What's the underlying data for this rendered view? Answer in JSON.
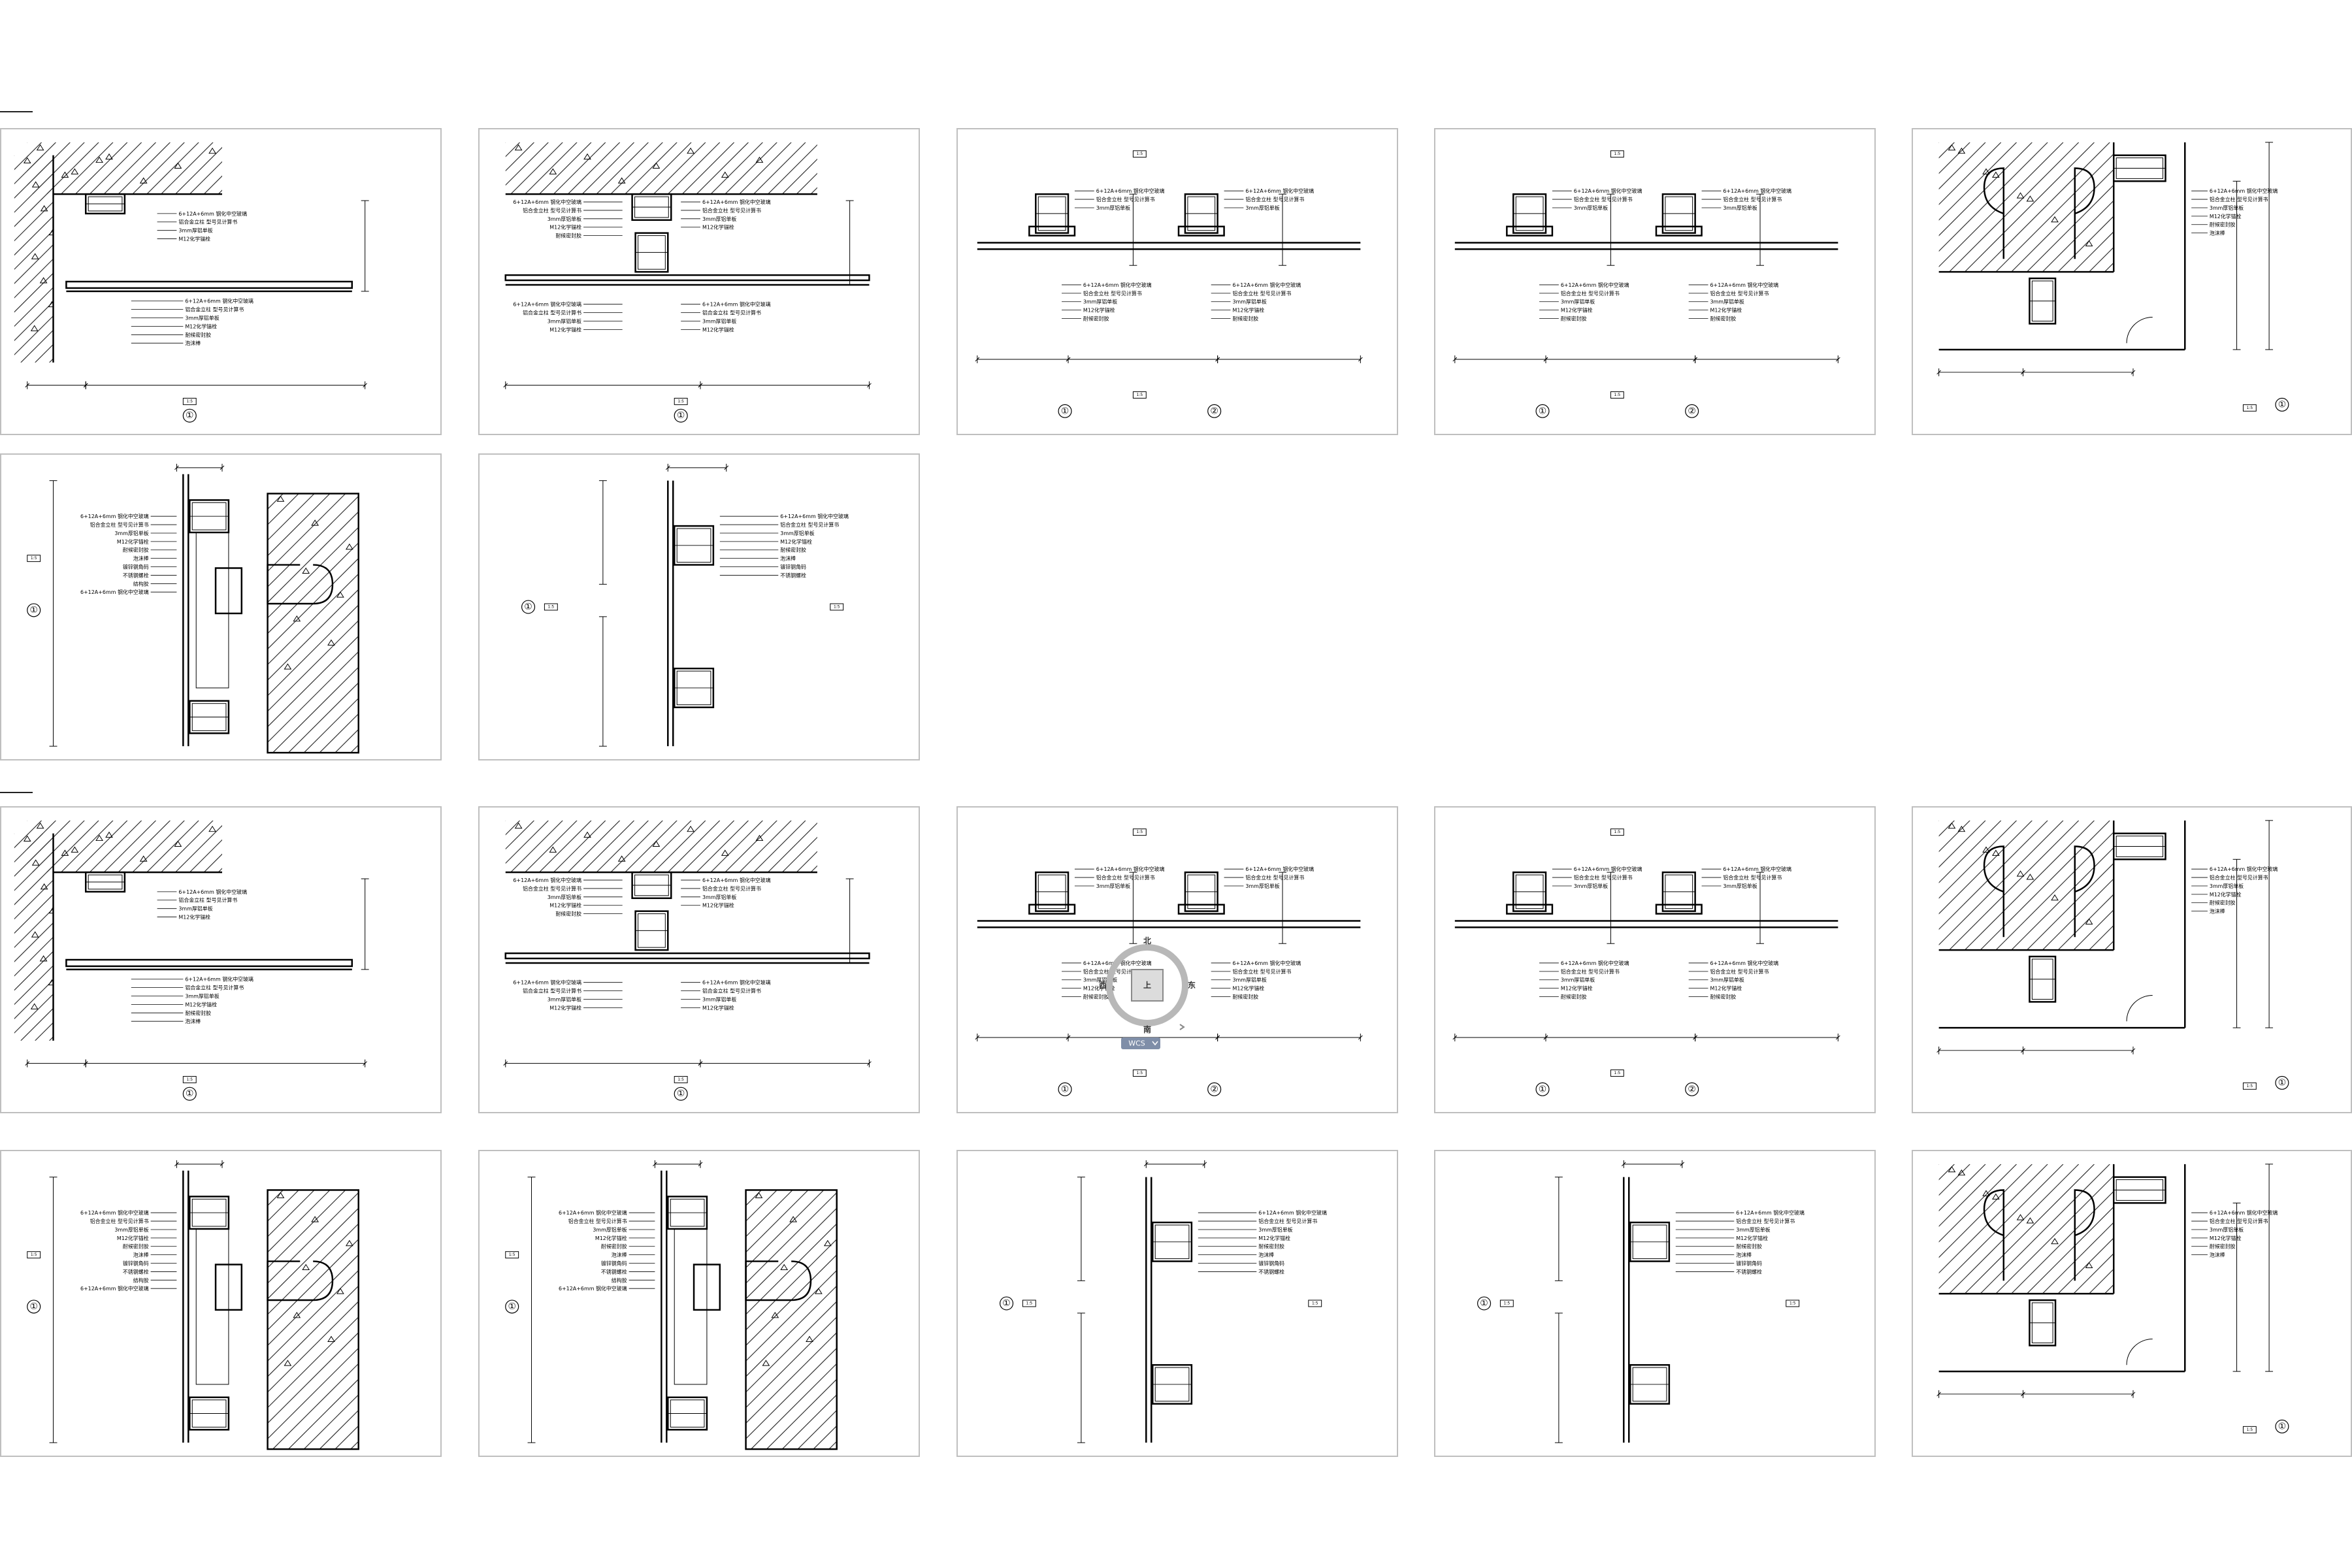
{
  "drawing": {
    "sheets": [
      {
        "id": "s1",
        "kind": "ceiling-section",
        "markers": [
          "①"
        ],
        "scale": "1:5"
      },
      {
        "id": "s2",
        "kind": "mullion-section",
        "markers": [
          "①"
        ],
        "scale": "1:5"
      },
      {
        "id": "s3",
        "kind": "double-mullion",
        "markers": [
          "①",
          "②"
        ],
        "scale": "1:5"
      },
      {
        "id": "s4",
        "kind": "double-mullion",
        "markers": [
          "①",
          "②"
        ],
        "scale": "1:5"
      },
      {
        "id": "s5",
        "kind": "corner-embed",
        "markers": [
          "①"
        ],
        "scale": "1:5"
      },
      {
        "id": "s6",
        "kind": "vertical-embed",
        "markers": [
          "①"
        ],
        "scale": "1:5"
      },
      {
        "id": "s7",
        "kind": "vertical-transom",
        "markers": [
          "①"
        ],
        "scale": "1:5"
      },
      {
        "id": "s8",
        "kind": "ceiling-section",
        "markers": [
          "①"
        ],
        "scale": "1:5"
      },
      {
        "id": "s9",
        "kind": "mullion-section",
        "markers": [
          "①"
        ],
        "scale": "1:5"
      },
      {
        "id": "s10",
        "kind": "double-mullion",
        "markers": [
          "①",
          "②"
        ],
        "scale": "1:5"
      },
      {
        "id": "s11",
        "kind": "double-mullion",
        "markers": [
          "①",
          "②"
        ],
        "scale": "1:5"
      },
      {
        "id": "s12",
        "kind": "corner-embed",
        "markers": [
          "①"
        ],
        "scale": "1:5"
      },
      {
        "id": "s13",
        "kind": "vertical-embed",
        "markers": [
          "①"
        ],
        "scale": "1:5"
      },
      {
        "id": "s14",
        "kind": "vertical-embed",
        "markers": [
          "①"
        ],
        "scale": "1:5"
      },
      {
        "id": "s15",
        "kind": "vertical-transom",
        "markers": [
          "①"
        ],
        "scale": "1:5"
      },
      {
        "id": "s16",
        "kind": "vertical-transom",
        "markers": [
          "①"
        ],
        "scale": "1:5"
      },
      {
        "id": "s17",
        "kind": "corner-embed",
        "markers": [
          "①"
        ],
        "scale": "1:5"
      }
    ],
    "notes": [
      "6+12A+6mm 钢化中空玻璃",
      "铝合金立柱 型号见计算书",
      "3mm厚铝单板",
      "M12化学锚栓",
      "耐候密封胶",
      "泡沫棒",
      "镀锌钢角码",
      "不锈钢螺栓",
      "结构胶"
    ]
  },
  "viewcube": {
    "top": "北",
    "bottom": "南",
    "left": "西",
    "right": "东",
    "face": "上",
    "wcs": "WCS"
  },
  "colors": {
    "line": "#000000",
    "sheet_border": "#bfbfbf",
    "background": "#ffffff",
    "hatch": "#333333"
  }
}
